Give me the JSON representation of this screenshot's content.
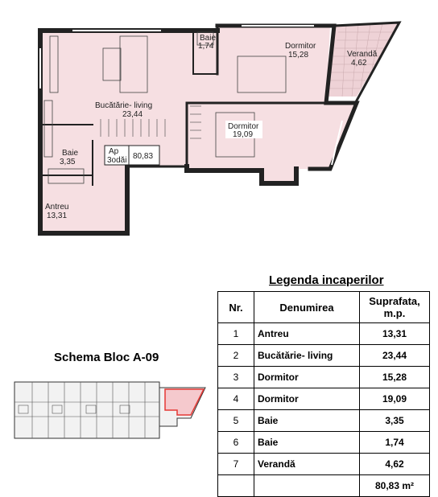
{
  "plan": {
    "rooms": [
      {
        "name": "Bucătărie- living",
        "area": "23,44"
      },
      {
        "name": "Baie",
        "area": "1,74"
      },
      {
        "name": "Dormitor",
        "area": "15,28"
      },
      {
        "name": "Verandă",
        "area": "4,62"
      },
      {
        "name": "Dormitor",
        "area": "19,09"
      },
      {
        "name": "Baie",
        "area": "3,35"
      },
      {
        "name": "Antreu",
        "area": "13,31"
      }
    ],
    "ap_label": "Ap",
    "ap_rooms": "3odăi",
    "ap_area": "80,83",
    "floor_color": "#f6dfe2",
    "veranda_color": "#eed2d6"
  },
  "legend": {
    "title": "Legenda incaperilor",
    "headers": {
      "nr": "Nr.",
      "name": "Denumirea",
      "area": "Suprafata, m.p."
    },
    "rows": [
      {
        "nr": "1",
        "name": "Antreu",
        "area": "13,31"
      },
      {
        "nr": "2",
        "name": "Bucătărie- living",
        "area": "23,44"
      },
      {
        "nr": "3",
        "name": "Dormitor",
        "area": "15,28"
      },
      {
        "nr": "4",
        "name": "Dormitor",
        "area": "19,09"
      },
      {
        "nr": "5",
        "name": "Baie",
        "area": "3,35"
      },
      {
        "nr": "6",
        "name": "Baie",
        "area": "1,74"
      },
      {
        "nr": "7",
        "name": "Verandă",
        "area": "4,62"
      }
    ],
    "total": "80,83 m²"
  },
  "schema": {
    "title": "Schema Bloc A-09",
    "highlight_color": "#e53935"
  }
}
